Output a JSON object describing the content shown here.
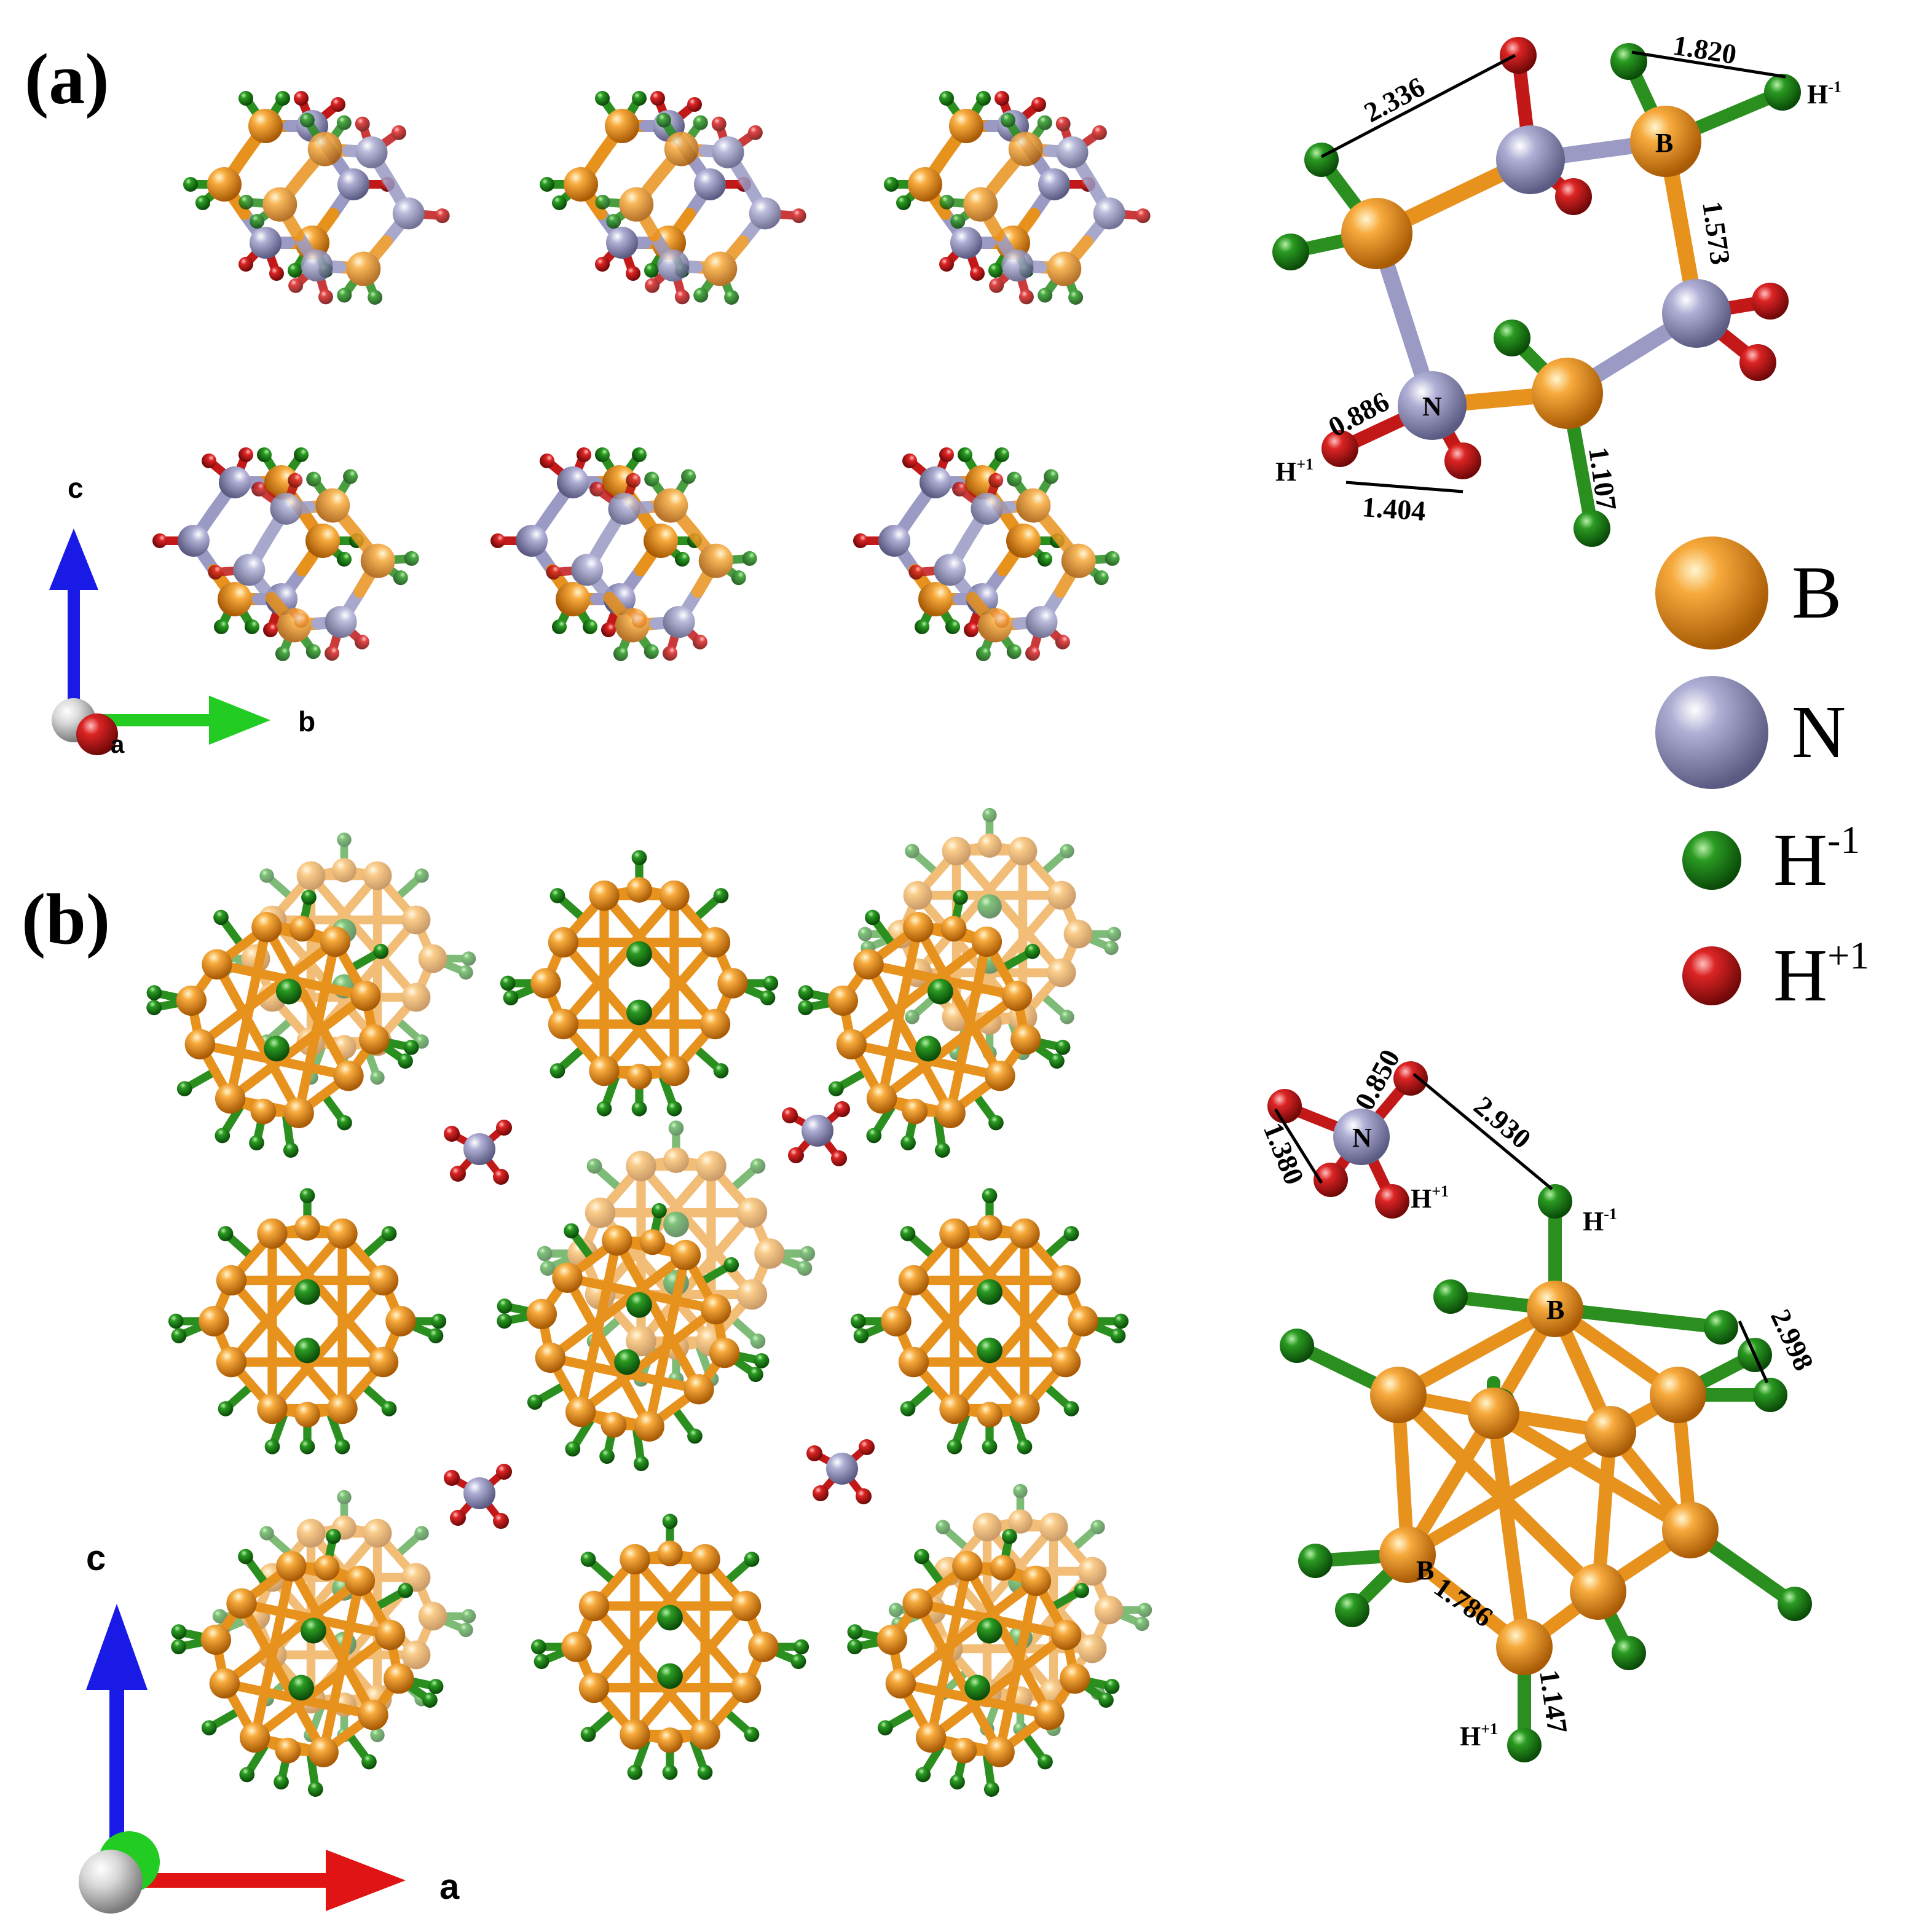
{
  "panels": {
    "a": "(a)",
    "b": "(b)"
  },
  "legend": [
    {
      "symbol": "B",
      "sup": "",
      "color": "#f0962a"
    },
    {
      "symbol": "N",
      "sup": "",
      "color": "#9c9cc6"
    },
    {
      "symbol": "H",
      "sup": "-1",
      "color": "#1e8c1a"
    },
    {
      "symbol": "H",
      "sup": "+1",
      "color": "#d21f1f"
    }
  ],
  "axes_a": {
    "c": "c",
    "b": "b",
    "a": "a"
  },
  "axes_b": {
    "c": "c",
    "a": "a"
  },
  "molecule_a": {
    "labels": {
      "B": "B",
      "N": "N",
      "Hneg": "H",
      "Hneg_sup": "-1",
      "Hpos": "H",
      "Hpos_sup": "+1"
    },
    "distances": [
      "2.336",
      "1.820",
      "1.573",
      "0.886",
      "1.404",
      "1.107"
    ]
  },
  "molecule_b": {
    "labels": {
      "N": "N",
      "Hpos1": "H",
      "Hpos1_sup": "+1",
      "Hneg": "H",
      "Hneg_sup": "-1",
      "B_top": "B",
      "B_left": "B",
      "Hpos2": "H",
      "Hpos2_sup": "+1"
    },
    "distances": [
      "0.850",
      "1.380",
      "2.930",
      "2.998",
      "1.786",
      "1.147"
    ]
  },
  "colors": {
    "boron": "#f0962a",
    "nitrogen": "#9c9cc6",
    "hydride": "#1e8c1a",
    "proton": "#d21f1f",
    "axis_c": "#1a1ae6",
    "axis_b": "#22cc22",
    "axis_a": "#e01414"
  }
}
